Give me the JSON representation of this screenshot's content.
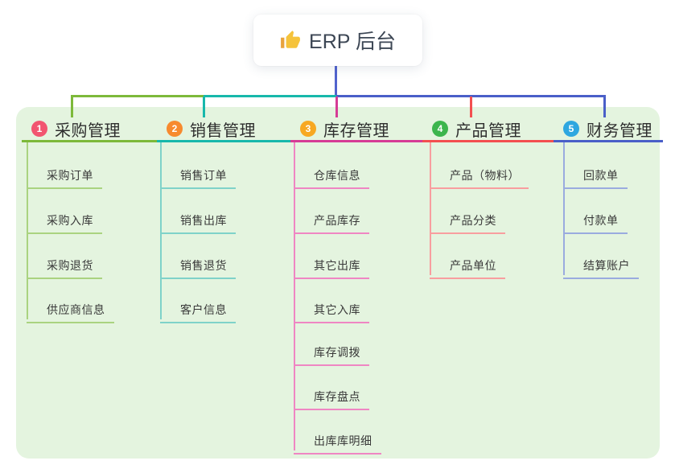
{
  "root": {
    "icon": "thumbs-up",
    "label": "ERP 后台"
  },
  "colors": {
    "panel_bg": "#e4f4df",
    "root_line": "#5163ce",
    "root_text": "#3c4654",
    "child_text": "#3a3a3a"
  },
  "branches": [
    {
      "badge": "1",
      "label": "采购管理",
      "badge_color": "#f25570",
      "color": "#7db93a",
      "child_color": "#aad380",
      "children": [
        "采购订单",
        "采购入库",
        "采购退货",
        "供应商信息"
      ]
    },
    {
      "badge": "2",
      "label": "销售管理",
      "badge_color": "#f78a2e",
      "color": "#17b8ab",
      "child_color": "#7fd2c9",
      "children": [
        "销售订单",
        "销售出库",
        "销售退货",
        "客户信息"
      ]
    },
    {
      "badge": "3",
      "label": "库存管理",
      "badge_color": "#f7a822",
      "color": "#d63c95",
      "child_color": "#ef86c3",
      "children": [
        "仓库信息",
        "产品库存",
        "其它出库",
        "其它入库",
        "库存调拨",
        "库存盘点",
        "出库库明细"
      ]
    },
    {
      "badge": "4",
      "label": "产品管理",
      "badge_color": "#3cb54d",
      "color": "#f34f50",
      "child_color": "#f89e9f",
      "children": [
        "产品（物料）",
        "产品分类",
        "产品单位"
      ]
    },
    {
      "badge": "5",
      "label": "财务管理",
      "badge_color": "#2ea7e0",
      "color": "#4a5fc8",
      "child_color": "#9aabdf",
      "children": [
        "回款单",
        "付款单",
        "结算账户"
      ]
    }
  ]
}
